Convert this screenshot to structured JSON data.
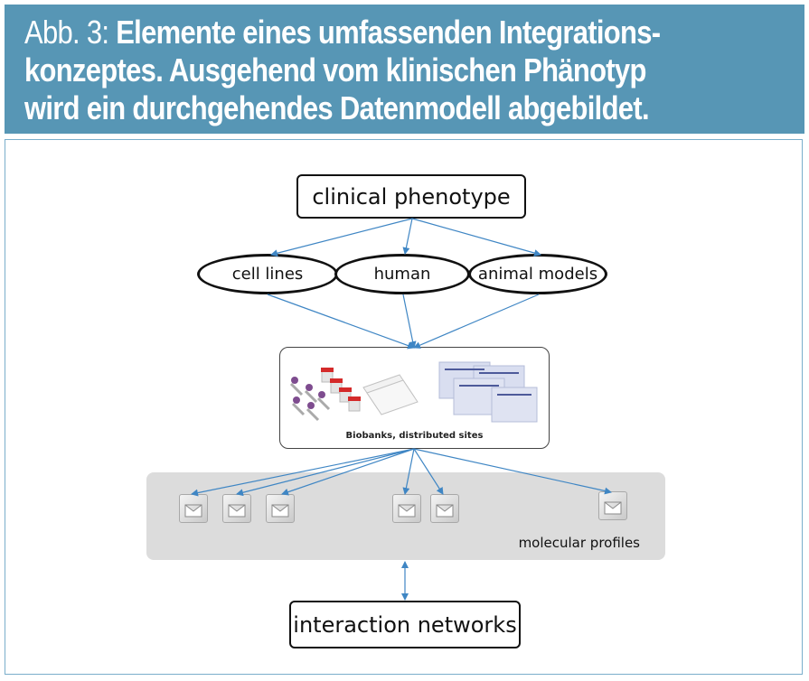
{
  "header": {
    "figure_label": "Abb. 3:",
    "caption_line1": "Elemente eines umfassenden Integrations-",
    "caption_line2": "konzeptes. Ausgehend vom klinischen Phänotyp",
    "caption_line3": "wird ein durchgehendes Datenmodell abgebildet.",
    "background_color": "#5796b5"
  },
  "diagram": {
    "edge_color": "#3f86c4",
    "clinical_phenotype": "clinical phenotype",
    "cell_lines": "cell lines",
    "human": "human",
    "animal_models": "animal models",
    "biobanks_label": "Biobanks, distributed sites",
    "molecular_profiles": "molecular profiles",
    "interaction_networks": "interaction networks",
    "profile_icon_count": 6
  }
}
